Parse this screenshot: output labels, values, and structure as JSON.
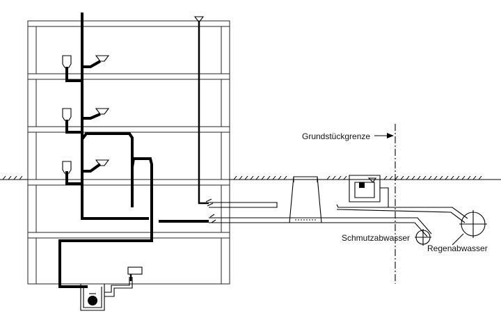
{
  "labels": {
    "property_line": "Grundstückgrenze",
    "sewage": "Schmutzabwasser",
    "rainwater": "Regenabwasser"
  },
  "colors": {
    "ink": "#000000",
    "paper": "#ffffff"
  }
}
